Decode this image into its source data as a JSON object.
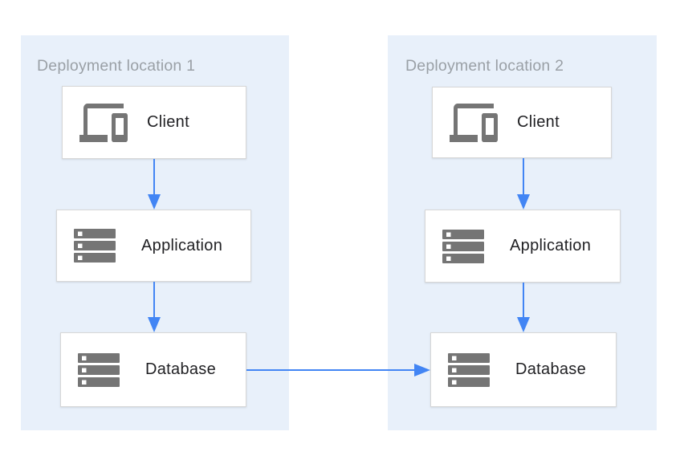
{
  "diagram": {
    "panels": [
      {
        "title": "Deployment location 1",
        "nodes": [
          {
            "label": "Client",
            "icon": "devices-icon"
          },
          {
            "label": "Application",
            "icon": "server-stack-icon"
          },
          {
            "label": "Database",
            "icon": "server-stack-icon"
          }
        ]
      },
      {
        "title": "Deployment location 2",
        "nodes": [
          {
            "label": "Client",
            "icon": "devices-icon"
          },
          {
            "label": "Application",
            "icon": "server-stack-icon"
          },
          {
            "label": "Database",
            "icon": "server-stack-icon"
          }
        ]
      }
    ],
    "connections": [
      {
        "from": "location-1-client",
        "to": "location-1-application",
        "direction": "down"
      },
      {
        "from": "location-1-application",
        "to": "location-1-database",
        "direction": "down"
      },
      {
        "from": "location-2-client",
        "to": "location-2-application",
        "direction": "down"
      },
      {
        "from": "location-2-application",
        "to": "location-2-database",
        "direction": "down"
      },
      {
        "from": "location-1-database",
        "to": "location-2-database",
        "direction": "right"
      }
    ],
    "colors": {
      "canvas_bg": "#FFFFFF",
      "panel_bg": "#E8F0FA",
      "arrow_blue": "#4285F4",
      "icon_gray": "#757575",
      "title_gray": "#9AA0A6",
      "box_border": "#D7D7D7",
      "label_text": "#212124"
    }
  }
}
